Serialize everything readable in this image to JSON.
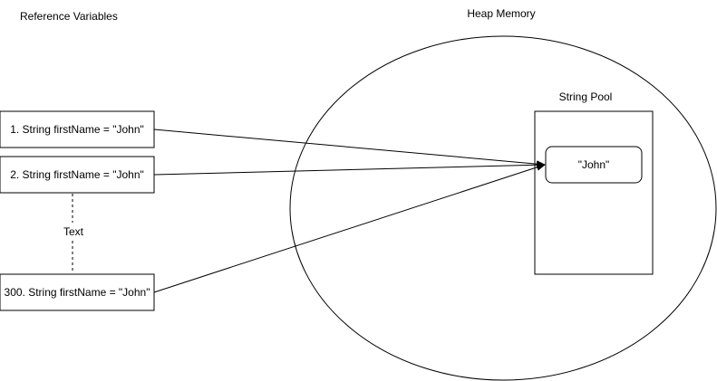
{
  "labels": {
    "reference_variables": "Reference Variables",
    "heap_memory": "Heap Memory",
    "string_pool": "String Pool",
    "gap_text": "Text"
  },
  "reference_boxes": [
    {
      "label": "1. String firstName = \"John\""
    },
    {
      "label": "2. String firstName = \"John\""
    },
    {
      "label": "300. String firstName = \"John\""
    }
  ],
  "pool_object": {
    "label": "\"John\""
  },
  "colors": {
    "stroke": "#000000",
    "background": "#ffffff"
  }
}
